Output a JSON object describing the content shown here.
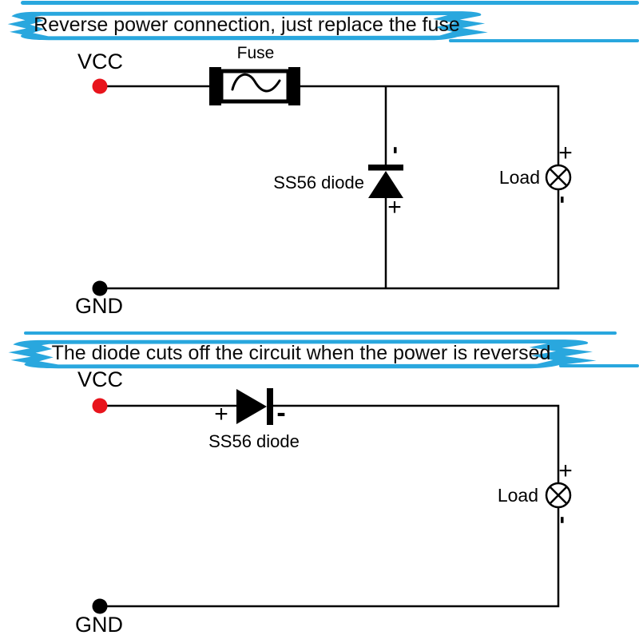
{
  "colors": {
    "banner_blue": "#29a7de",
    "vcc_red": "#e8141c",
    "line_black": "#000000"
  },
  "banner_top": {
    "text": "Reverse power connection, just replace the fuse"
  },
  "banner_bottom": {
    "text": "The diode cuts off the circuit when the power is reversed"
  },
  "circuit1": {
    "vcc": "VCC",
    "gnd": "GND",
    "fuse": "Fuse",
    "diode": "SS56 diode",
    "load": "Load",
    "diode_minus": "-",
    "diode_plus": "+",
    "load_plus": "+",
    "load_minus": "-"
  },
  "circuit2": {
    "vcc": "VCC",
    "gnd": "GND",
    "diode": "SS56 diode",
    "load": "Load",
    "diode_plus": "+",
    "diode_minus": "-",
    "load_plus": "+",
    "load_minus": "-"
  }
}
